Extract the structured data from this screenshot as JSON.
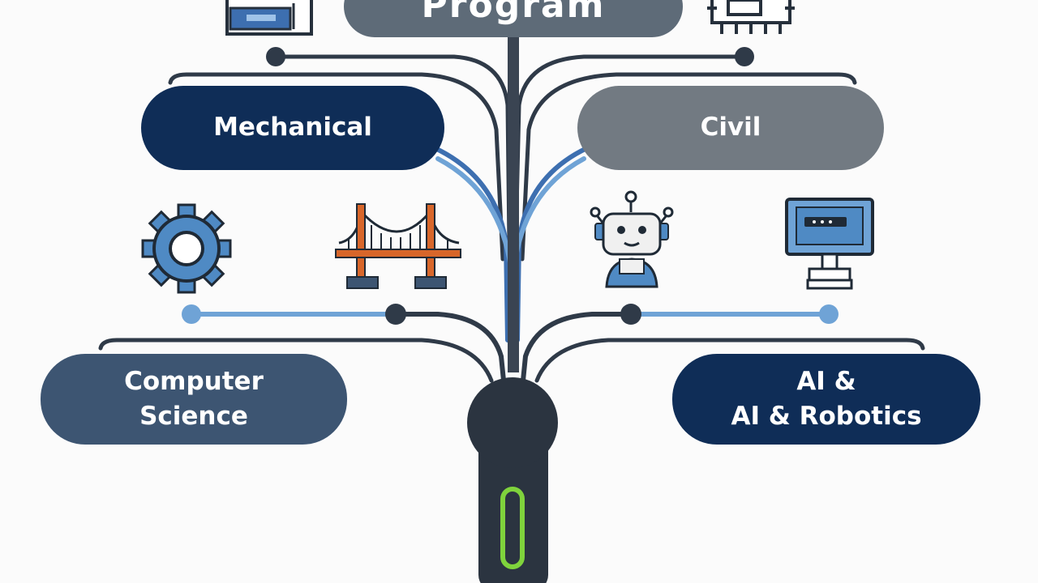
{
  "root": {
    "label": "Program"
  },
  "branches": {
    "mechanical": {
      "label": "Mechanical"
    },
    "civil": {
      "label": "Civil"
    },
    "computer_science": {
      "line1": "Computer",
      "line2": "Science"
    },
    "ai_robotics": {
      "line1": "AI &",
      "line2": "AI & Robotics"
    }
  },
  "icons": [
    "circuit-board-icon",
    "microchip-icon",
    "gear-icon",
    "bridge-icon",
    "robot-icon",
    "computer-monitor-icon"
  ],
  "colors": {
    "navy": "#0f2d57",
    "slate": "#3d5572",
    "gray": "#727a82",
    "accent_blue": "#4f8ac4",
    "light_blue": "#6fa3d6",
    "trunk": "#2b3440",
    "power_green": "#7fd33c",
    "bridge_orange": "#d8662a"
  }
}
